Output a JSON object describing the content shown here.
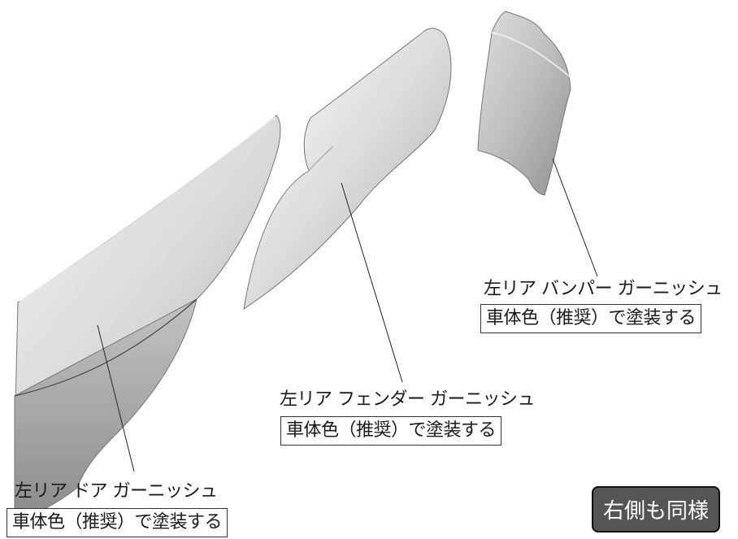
{
  "parts": [
    {
      "name": "左リア ドア ガーニッシュ",
      "note": "車体色（推奨）で塗装する"
    },
    {
      "name": "左リア フェンダー ガーニッシュ",
      "note": "車体色（推奨）で塗装する"
    },
    {
      "name": "左リア バンパー ガーニッシュ",
      "note": "車体色（推奨）で塗装する"
    }
  ],
  "badge": "右側も同様"
}
